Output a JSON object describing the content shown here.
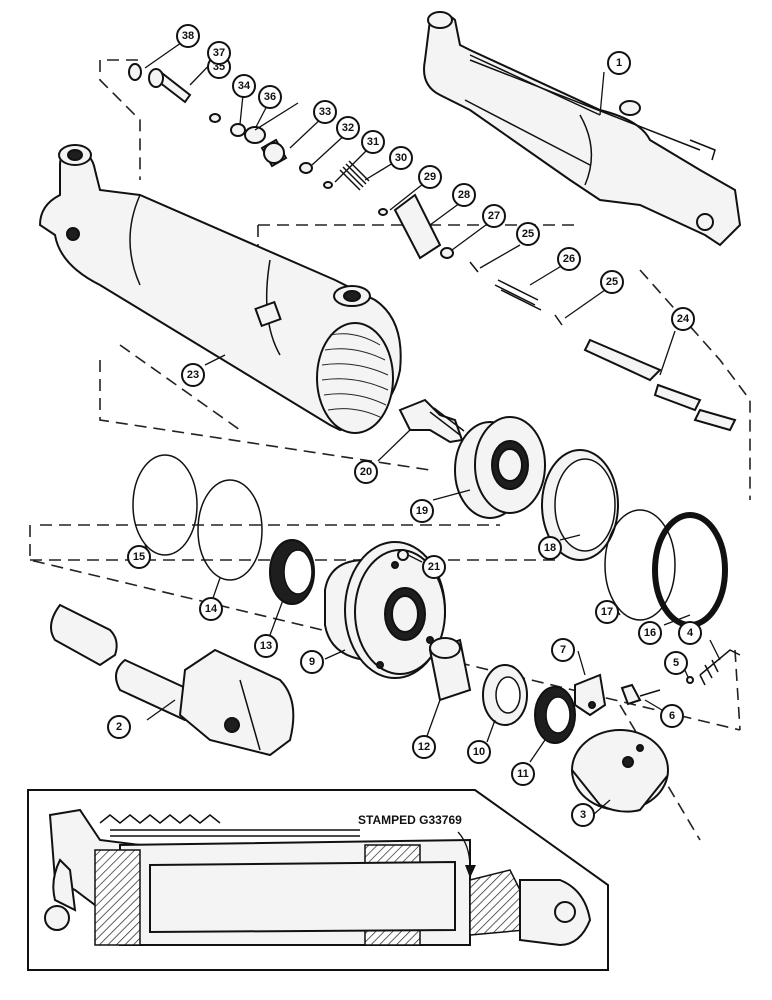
{
  "callouts": [
    {
      "id": "c1",
      "label": "1"
    },
    {
      "id": "c2",
      "label": "2"
    },
    {
      "id": "c3",
      "label": "3"
    },
    {
      "id": "c4",
      "label": "4"
    },
    {
      "id": "c5",
      "label": "5"
    },
    {
      "id": "c6",
      "label": "6"
    },
    {
      "id": "c7",
      "label": "7"
    },
    {
      "id": "c9",
      "label": "9"
    },
    {
      "id": "c10",
      "label": "10"
    },
    {
      "id": "c11",
      "label": "11"
    },
    {
      "id": "c12",
      "label": "12"
    },
    {
      "id": "c13",
      "label": "13"
    },
    {
      "id": "c14",
      "label": "14"
    },
    {
      "id": "c15",
      "label": "15"
    },
    {
      "id": "c16",
      "label": "16"
    },
    {
      "id": "c17",
      "label": "17"
    },
    {
      "id": "c18",
      "label": "18"
    },
    {
      "id": "c19",
      "label": "19"
    },
    {
      "id": "c20",
      "label": "20"
    },
    {
      "id": "c21",
      "label": "21"
    },
    {
      "id": "c23",
      "label": "23"
    },
    {
      "id": "c24",
      "label": "24"
    },
    {
      "id": "c25a",
      "label": "25"
    },
    {
      "id": "c25b",
      "label": "25"
    },
    {
      "id": "c26",
      "label": "26"
    },
    {
      "id": "c27",
      "label": "27"
    },
    {
      "id": "c28",
      "label": "28"
    },
    {
      "id": "c29",
      "label": "29"
    },
    {
      "id": "c30",
      "label": "30"
    },
    {
      "id": "c31",
      "label": "31"
    },
    {
      "id": "c32",
      "label": "32"
    },
    {
      "id": "c33",
      "label": "33"
    },
    {
      "id": "c34",
      "label": "34"
    },
    {
      "id": "c35",
      "label": "35"
    },
    {
      "id": "c36",
      "label": "36"
    },
    {
      "id": "c37",
      "label": "37"
    },
    {
      "id": "c38",
      "label": "38"
    }
  ],
  "inset": {
    "stamp_text": "STAMPED G33769"
  }
}
